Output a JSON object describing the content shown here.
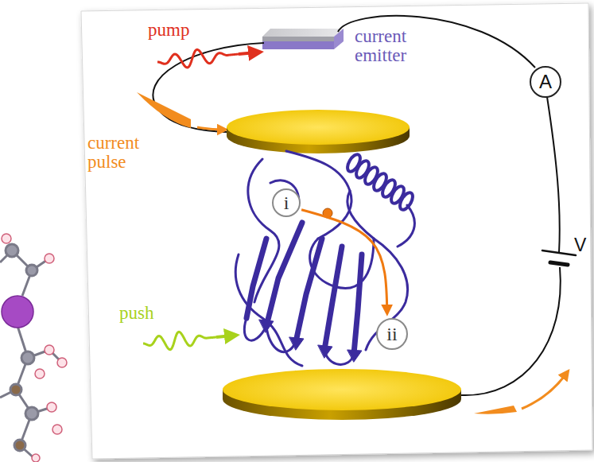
{
  "diagram": {
    "nodes": [
      {
        "text": [
          "A"
        ]
      },
      {
        "text": [
          "i"
        ]
      },
      {
        "text": [
          "ii"
        ]
      }
    ],
    "edges": [
      {
        "from": 1,
        "to": 2,
        "arrow": "to"
      }
    ],
    "labels": [
      "pump",
      "current emitter",
      "current pulse",
      "push",
      "V"
    ]
  }
}
